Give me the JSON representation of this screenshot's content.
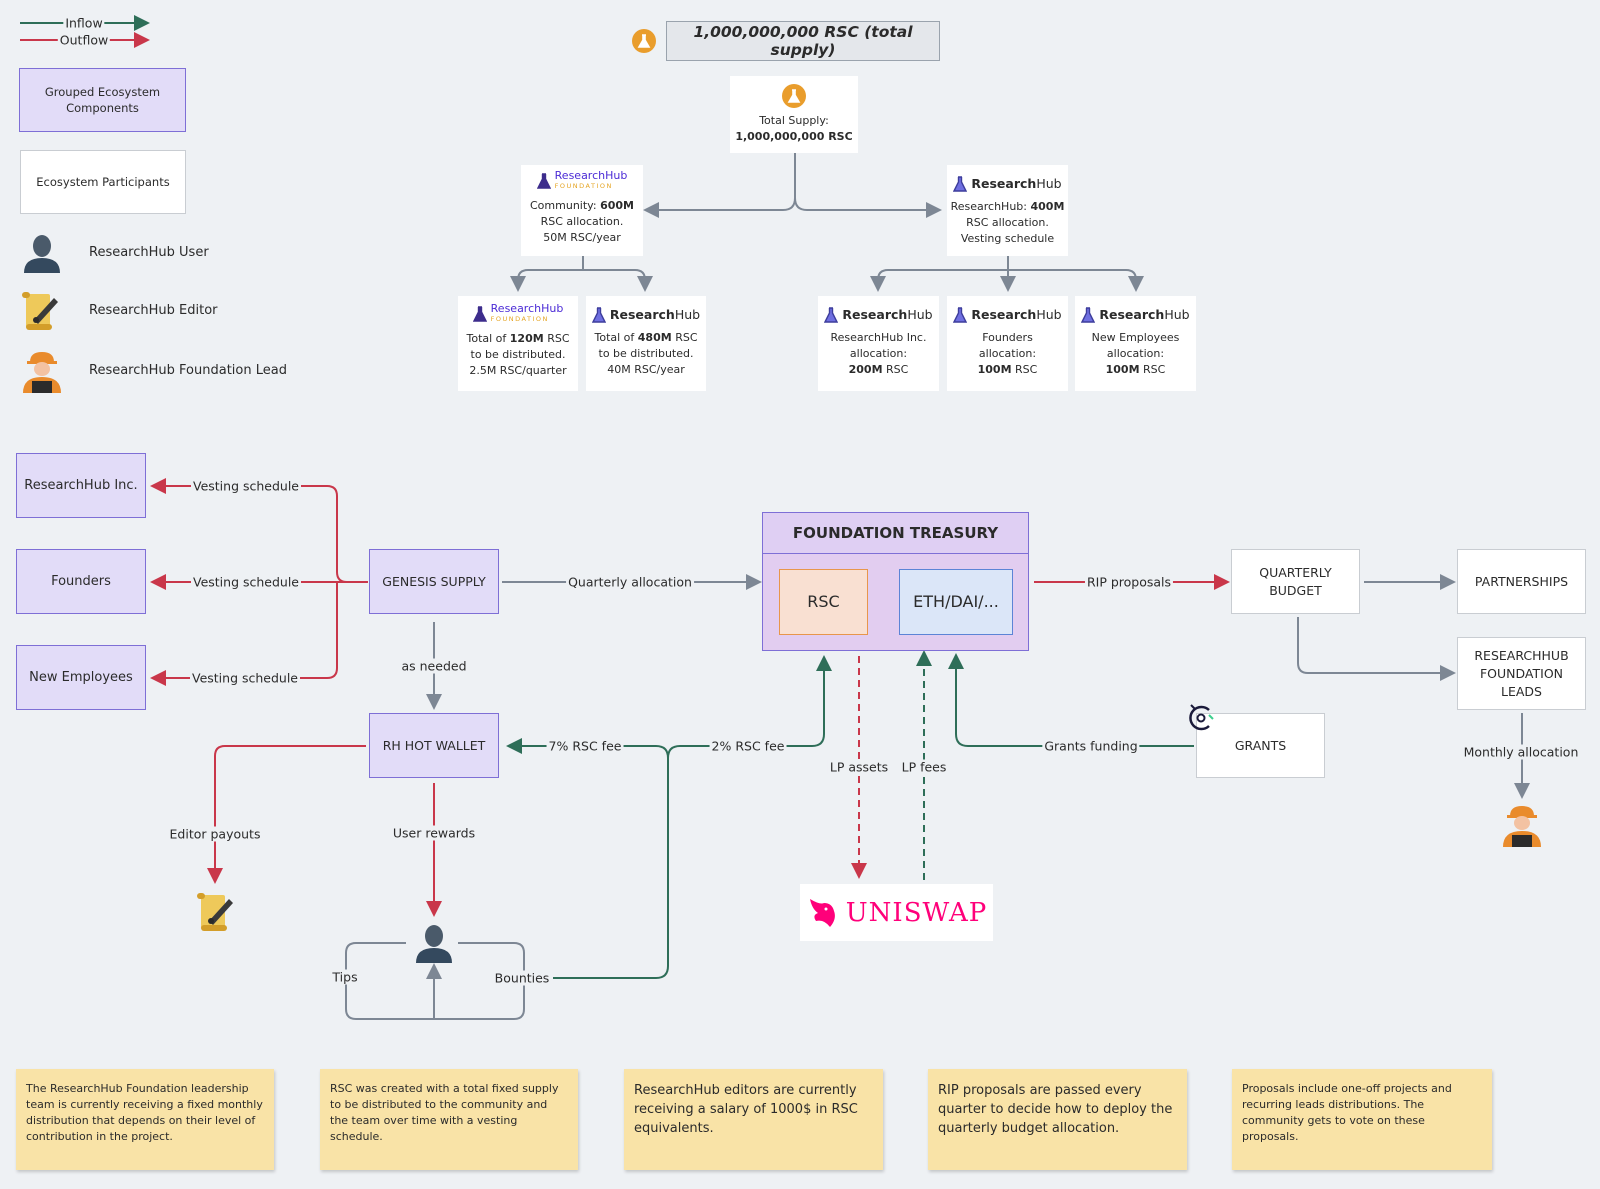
{
  "legend": {
    "inflow_label": "Inflow",
    "outflow_label": "Outflow",
    "grouped_label": "Grouped Ecosystem Components",
    "participants_label": "Ecosystem Participants",
    "user_label": "ResearchHub User",
    "editor_label": "ResearchHub Editor",
    "lead_label": "ResearchHub Foundation Lead"
  },
  "colors": {
    "inflow": "#2e6e58",
    "outflow": "#c9374a",
    "neutral": "#7d8794",
    "group_fill": "#e2dcf8",
    "group_border": "#7e6fd6",
    "coin": "#e99d2c"
  },
  "supply": {
    "header": "1,000,000,000 RSC (total supply)",
    "total_line1": "Total Supply:",
    "total_line2": "1,000,000,000 RSC"
  },
  "brands": {
    "researchhub_a": "Research",
    "researchhub_b": "Hub",
    "foundation_name": "ResearchHub",
    "foundation_tag": "FOUNDATION"
  },
  "tree": {
    "community": {
      "l1": "Community: ",
      "b1": "600M",
      "l2": "RSC allocation.",
      "l3": "50M RSC/year"
    },
    "rh400": {
      "l1": "ResearchHub: ",
      "b1": "400M",
      "l2": "RSC allocation.",
      "l3": "Vesting schedule"
    },
    "f120": {
      "l1": "Total of ",
      "b1": "120M",
      "l1b": " RSC",
      "l2": "to be distributed.",
      "l3": "2.5M RSC/quarter"
    },
    "rh480": {
      "l1": "Total of ",
      "b1": "480M",
      "l1b": " RSC",
      "l2": "to be distributed.",
      "l3": "40M RSC/year"
    },
    "inc": {
      "l1": "ResearchHub Inc.",
      "l2": "allocation:",
      "b3": "200M",
      "l3b": " RSC"
    },
    "founders": {
      "l1": "Founders",
      "l2": "allocation:",
      "b3": "100M",
      "l3b": " RSC"
    },
    "newemp": {
      "l1": "New Employees",
      "l2": "allocation:",
      "b3": "100M",
      "l3b": " RSC"
    }
  },
  "flow": {
    "rh_inc": "ResearchHub Inc.",
    "founders": "Founders",
    "new_employees": "New Employees",
    "genesis": "GENESIS SUPPLY",
    "hot_wallet": "RH HOT WALLET",
    "treasury_title": "FOUNDATION TREASURY",
    "rsc": "RSC",
    "eth": "ETH/DAI/...",
    "quarterly_budget": "QUARTERLY BUDGET",
    "partnerships": "PARTNERSHIPS",
    "leads": "RESEARCHHUB FOUNDATION LEADS",
    "grants": "GRANTS",
    "uniswap": "UNISWAP",
    "labels": {
      "vesting": "Vesting schedule",
      "quarterly_allocation": "Quarterly allocation",
      "rip": "RIP proposals",
      "as_needed": "as needed",
      "fee7": "7% RSC fee",
      "fee2": "2% RSC fee",
      "lp_assets": "LP assets",
      "lp_fees": "LP fees",
      "grants_funding": "Grants funding",
      "monthly": "Monthly allocation",
      "editor_payouts": "Editor payouts",
      "user_rewards": "User rewards",
      "tips": "Tips",
      "bounties": "Bounties"
    }
  },
  "notes": [
    "The ResearchHub Foundation leadership team is currently receiving a fixed monthly distribution that depends on their level of contribution in the project.",
    "RSC was created with a total fixed supply to be distributed to the community and the team over time with a vesting schedule.",
    "ResearchHub editors are currently receiving a salary of 1000$ in RSC equivalents.",
    "RIP proposals are passed every quarter to decide how to deploy the quarterly budget allocation.",
    "Proposals include one-off projects and recurring leads distributions. The community gets to vote on these proposals."
  ]
}
